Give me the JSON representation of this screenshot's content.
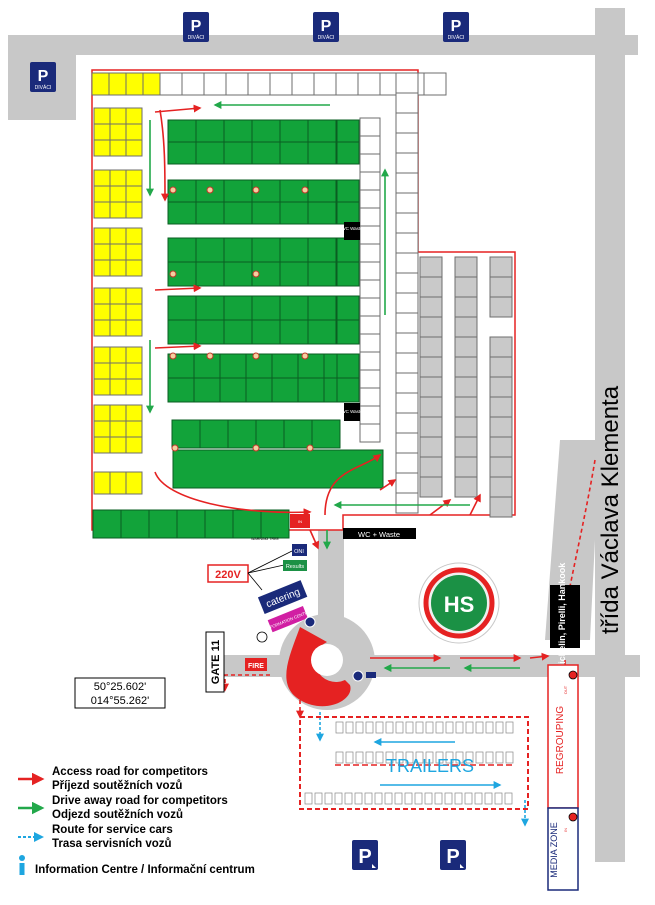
{
  "colors": {
    "road": "#c8c8c8",
    "green_slot": "#12a33a",
    "yellow_slot": "#ffff00",
    "gray_slot": "#c9c9c9",
    "parking_blue": "#1a2a7a",
    "access_red": "#e52222",
    "drive_away_green": "#22a84a",
    "service_blue": "#1ea6e0",
    "hs_green": "#1b9145"
  },
  "parking": {
    "letter": "P",
    "label": "DIVÁCI"
  },
  "street_name": "třída Václava Klementa",
  "coordinates": {
    "lat": "50°25.602'",
    "lon": "014°55.262'"
  },
  "labels": {
    "gate": "GATE 11",
    "trailers": "TRAILERS",
    "regrouping": "REGROUPING",
    "media_zone": "MEDIA ZONE",
    "wc_waste_long": "WC + Waste",
    "wc_waste_box": "WC Waste",
    "tyres": "Michelin, Pirelli, Hankook",
    "hs": "HS",
    "power": "220V",
    "catering": "catering",
    "results": "Results",
    "oni": "ONI",
    "fire": "FIRE",
    "info_box": "INFORMATION CENTRE",
    "warning_tree": "WARNING TREE",
    "flag_in": "IN",
    "flag_out": "OUT"
  },
  "legend": [
    {
      "key": "access",
      "line1": "Access road for competitors",
      "line2": "Příjezd soutěžních vozů"
    },
    {
      "key": "drive_away",
      "line1": "Drive away road for competitors",
      "line2": "Odjezd soutěžních vozů"
    },
    {
      "key": "service",
      "line1": "Route for service cars",
      "line2": "Trasa servisních vozů"
    },
    {
      "key": "info",
      "line1": "Information Centre / Informační centrum"
    }
  ]
}
